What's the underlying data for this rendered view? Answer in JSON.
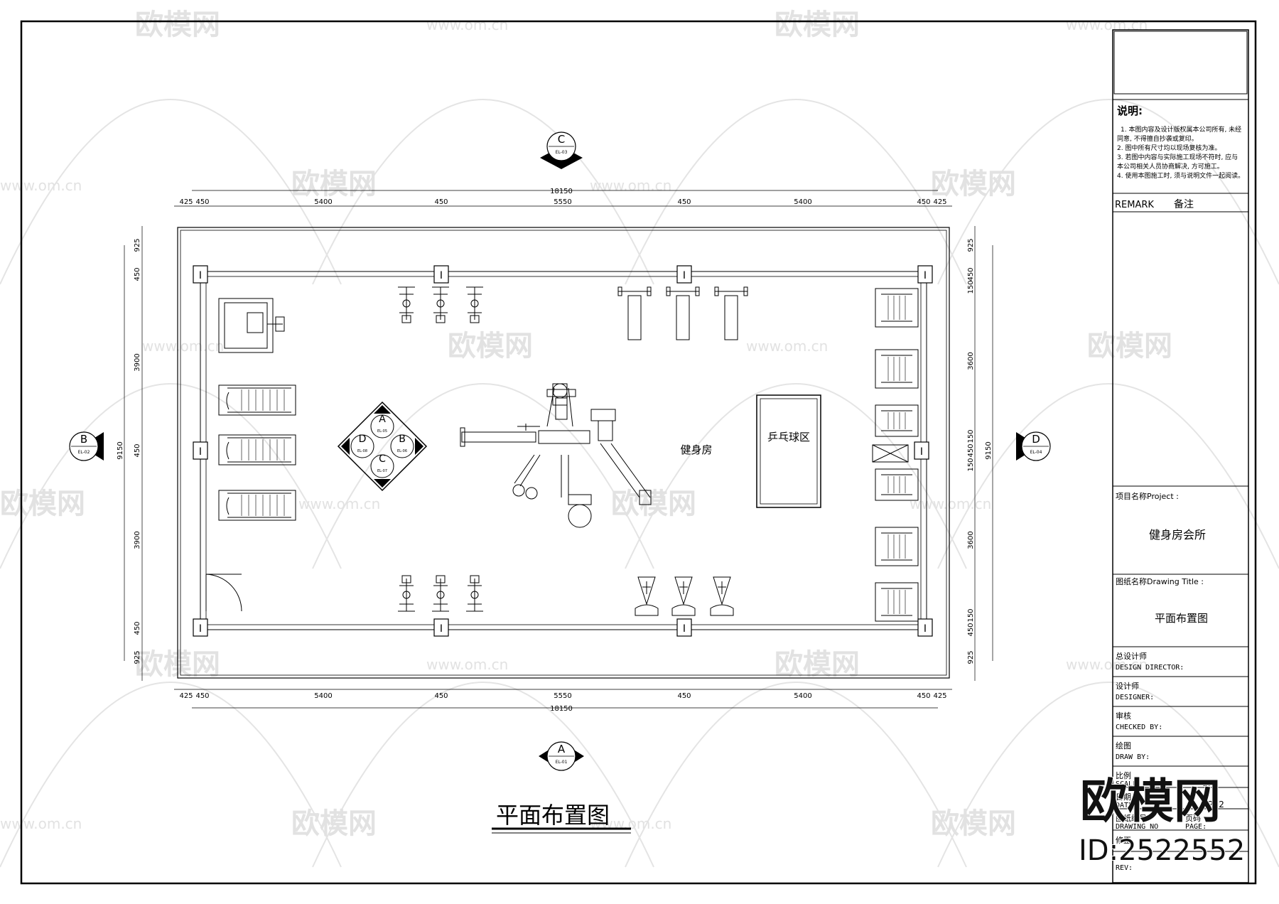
{
  "drawing": {
    "title": "平面布置图",
    "room_label": "健身房",
    "pingpong_label": "乒乓球区",
    "total_width": "18150",
    "top_dims": [
      "425",
      "450",
      "5400",
      "450",
      "5550",
      "450",
      "5400",
      "450",
      "425"
    ],
    "bottom_dims": [
      "425",
      "450",
      "5400",
      "450",
      "5550",
      "450",
      "5400",
      "450",
      "425"
    ],
    "left_dims": [
      "925",
      "450",
      "3900",
      "450",
      "3900",
      "450",
      "925"
    ],
    "left_total": "9150",
    "right_dims": [
      "925",
      "450",
      "150",
      "3600",
      "150",
      "450",
      "150",
      "3600",
      "150",
      "450",
      "925"
    ],
    "right_total": "9150",
    "column_mark": "I",
    "elevations": {
      "A": {
        "letter": "A",
        "ref": "EL-01"
      },
      "B": {
        "letter": "B",
        "ref": "EL-02"
      },
      "C": {
        "letter": "C",
        "ref": "EL-03"
      },
      "D": {
        "letter": "D",
        "ref": "EL-04"
      }
    },
    "index_symbol": {
      "A": {
        "letter": "A",
        "ref": "EL-05"
      },
      "B": {
        "letter": "B",
        "ref": "EL-06"
      },
      "C": {
        "letter": "C",
        "ref": "EL-07"
      },
      "D": {
        "letter": "D",
        "ref": "EL-08"
      }
    }
  },
  "title_block": {
    "notes_heading": "说明:",
    "notes": [
      "1. 本图内容及设计版权属本公司所有, 未经",
      "同意, 不得擅自抄袭或复印。",
      "2. 图中所有尺寸均以现场复核为准。",
      "3. 若图中内容与实际施工现场不符时, 应与",
      "本公司相关人员协商解决, 方可施工。",
      "4. 使用本图施工时, 须与说明文件一起阅读。"
    ],
    "remark_label": "REMARK",
    "remark_cn": "备注",
    "project_label": "项目名称Project :",
    "project_name": "健身房会所",
    "drawing_title_label": "图纸名称Drawing Title :",
    "drawing_title_value": "平面布置图",
    "director_cn": "总设计师",
    "director_en": "DESIGN DIRECTOR:",
    "designer_cn": "设计师",
    "designer_en": "DESIGNER:",
    "checked_cn": "审核",
    "checked_en": "CHECKED BY:",
    "draw_cn": "绘图",
    "draw_en": "DRAW BY:",
    "scale_cn": "比例",
    "scale_en": "SCALE",
    "scale_value": "1:0",
    "date_cn": "日期",
    "date_en": "DATE",
    "date_value": "202",
    "drawing_no_cn": "图纸编号",
    "drawing_no_en": "DRAWING NO",
    "page_cn": "页码",
    "page_en": "PAGE:",
    "rev_cn": "修正",
    "rev_en": "REV:"
  },
  "watermark": {
    "brand": "欧模网",
    "site": "www.om.cn",
    "id_label": "ID:2522552"
  }
}
